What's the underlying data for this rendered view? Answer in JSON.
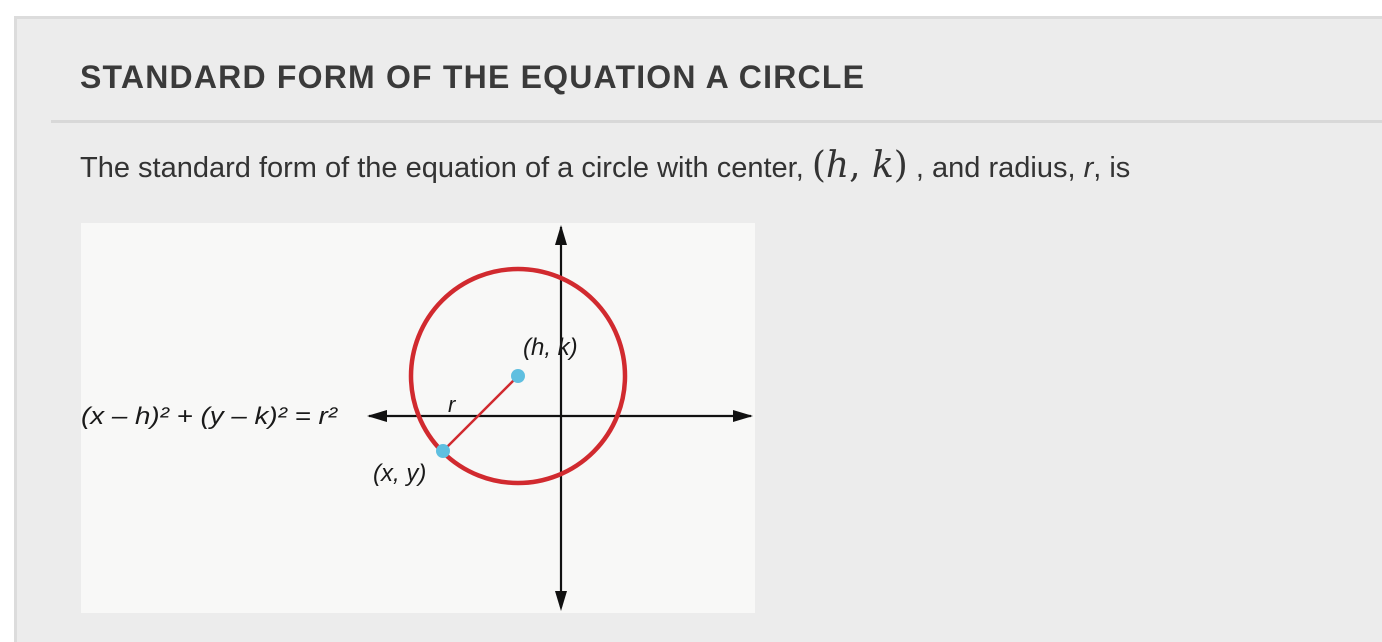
{
  "section": {
    "title": "STANDARD FORM OF THE EQUATION A CIRCLE"
  },
  "intro": {
    "text_before": "The standard form of the equation of a circle with center, ",
    "center_h": "h",
    "center_comma": ", ",
    "center_k": "k",
    "text_middle": " , and radius, ",
    "radius_var": "r",
    "text_after": ", is"
  },
  "figure": {
    "equation": "(x – h)² + (y – k)² = r²",
    "center_label": "(h, k)",
    "radius_label": "r",
    "point_label": "(x, y)",
    "colors": {
      "circle": "#d12a2f",
      "points": "#5fbfe0",
      "axes": "#111111",
      "background": "#f8f8f7"
    }
  }
}
